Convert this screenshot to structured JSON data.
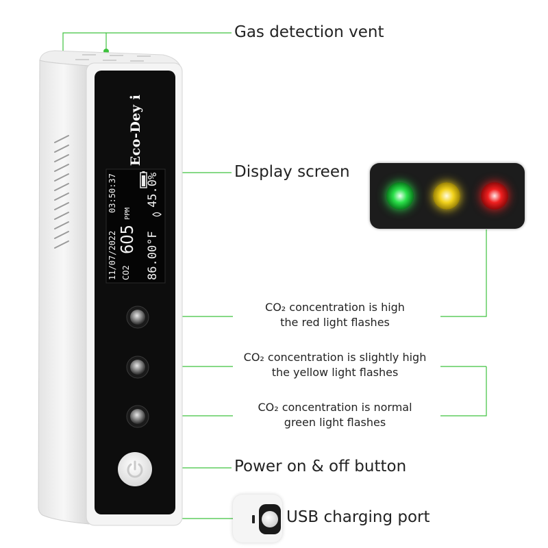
{
  "device": {
    "brand": "Eco-Dey i",
    "screen": {
      "date": "11/07/2022",
      "time": "03:50:37",
      "gas_label": "CO2",
      "value": "605",
      "unit": "PPM",
      "humidity": "45.0%",
      "temperature": "86.00°F"
    }
  },
  "labels": {
    "vent": "Gas detection vent",
    "display": "Display screen",
    "power": "Power on & off button",
    "usb": "USB charging port"
  },
  "notes": {
    "red_line1": "CO₂ concentration is high",
    "red_line2": "the red light flashes",
    "yellow_line1": "CO₂ concentration is slightly high",
    "yellow_line2": "the yellow light flashes",
    "green_line1": "CO₂ concentration is normal",
    "green_line2": "green light flashes"
  },
  "colors": {
    "accent_line": "#3ec23e",
    "led_green": "#2be04a",
    "led_yellow": "#f2d21c",
    "led_red": "#ef2020"
  }
}
